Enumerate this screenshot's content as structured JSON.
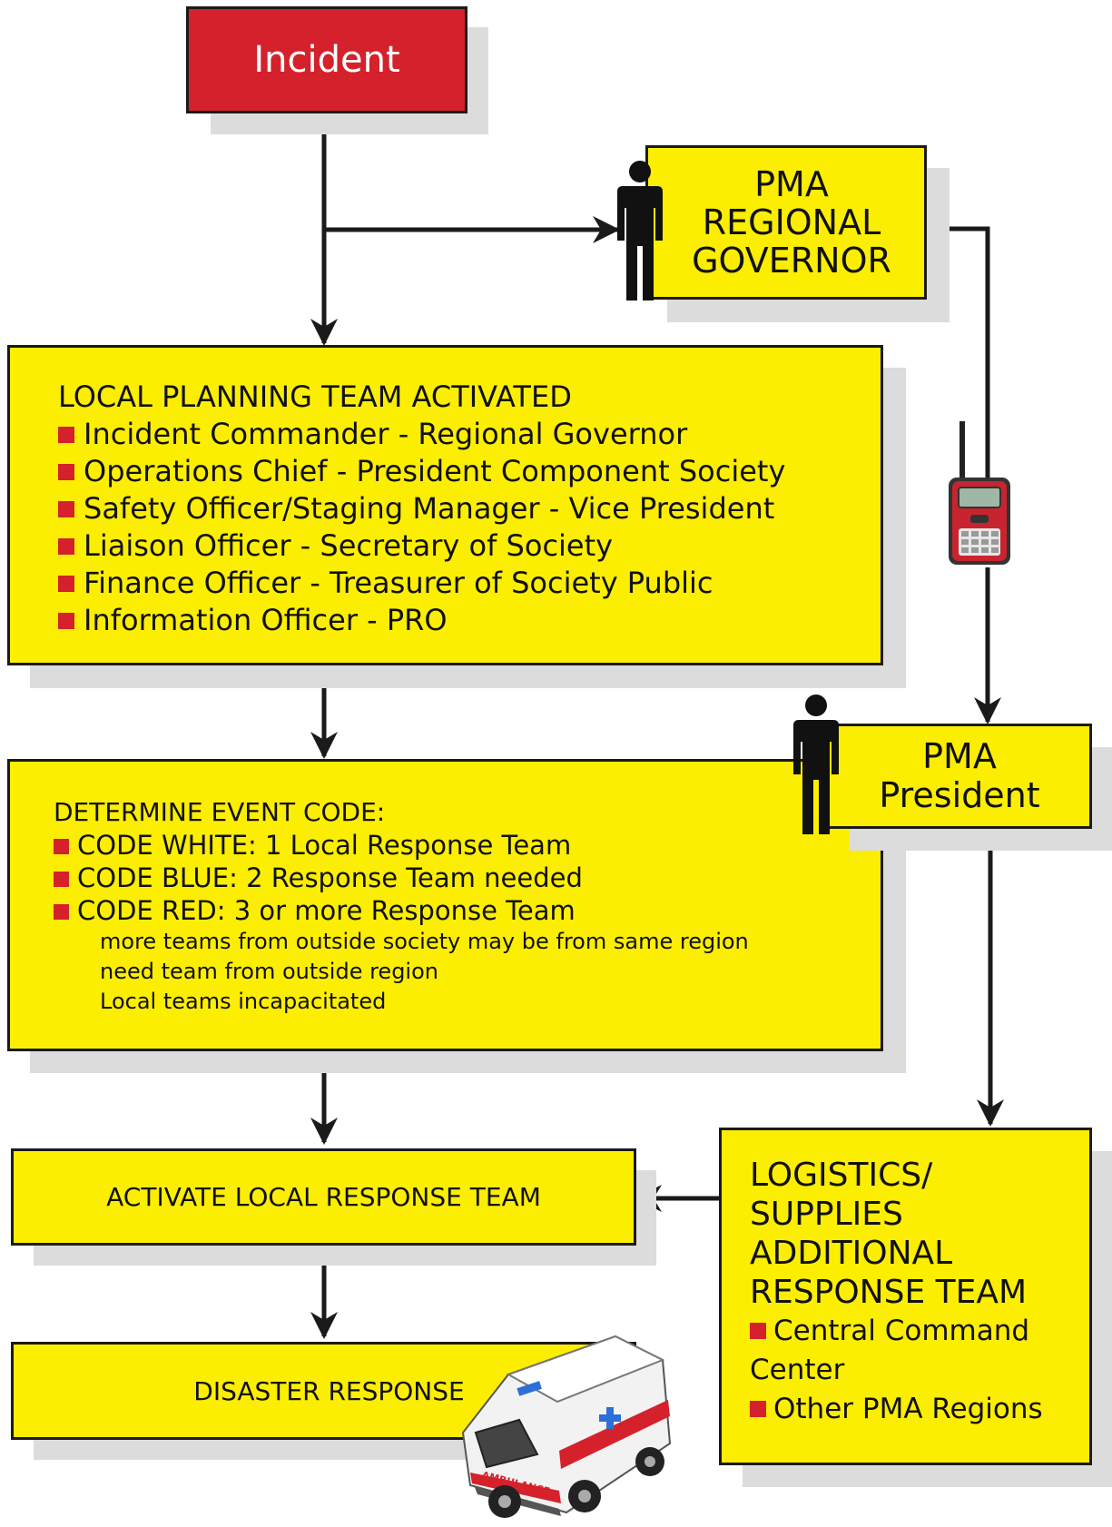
{
  "incident": {
    "label": "Incident"
  },
  "governor": {
    "lines": [
      "PMA",
      "REGIONAL",
      "GOVERNOR"
    ]
  },
  "planning": {
    "title": "LOCAL PLANNING TEAM ACTIVATED",
    "items": [
      "Incident Commander - Regional  Governor",
      "Operations Chief - President Component Society",
      "Safety Officer/Staging Manager - Vice President",
      "Liaison Officer - Secretary of Society",
      "Finance Officer - Treasurer of Society Public",
      "Information Officer - PRO"
    ]
  },
  "president": {
    "lines": [
      "PMA",
      "President"
    ]
  },
  "event_code": {
    "title": "DETERMINE EVENT CODE:",
    "codes": [
      "CODE WHITE: 1 Local Response Team",
      "CODE BLUE: 2 Response Team needed",
      "CODE RED: 3 or more Response Team"
    ],
    "notes": [
      "more teams from outside society may be from same region",
      "need team from outside region",
      "Local teams incapacitated"
    ]
  },
  "activate": {
    "label": "ACTIVATE LOCAL RESPONSE TEAM"
  },
  "logistics": {
    "heading": [
      "LOGISTICS/",
      "SUPPLIES",
      "ADDITIONAL",
      "RESPONSE TEAM"
    ],
    "items": [
      "Central Command Center",
      "Other PMA Regions"
    ]
  },
  "disaster": {
    "label": "DISASTER RESPONSE"
  },
  "ambulance_text": "AMBULANCE",
  "colors": {
    "box": "#fcee00",
    "accent": "#d4212b",
    "outline": "#1a1a1a",
    "shadow": "#dcdcdc"
  },
  "icons": [
    "person-icon",
    "radio-icon",
    "ambulance-icon"
  ]
}
